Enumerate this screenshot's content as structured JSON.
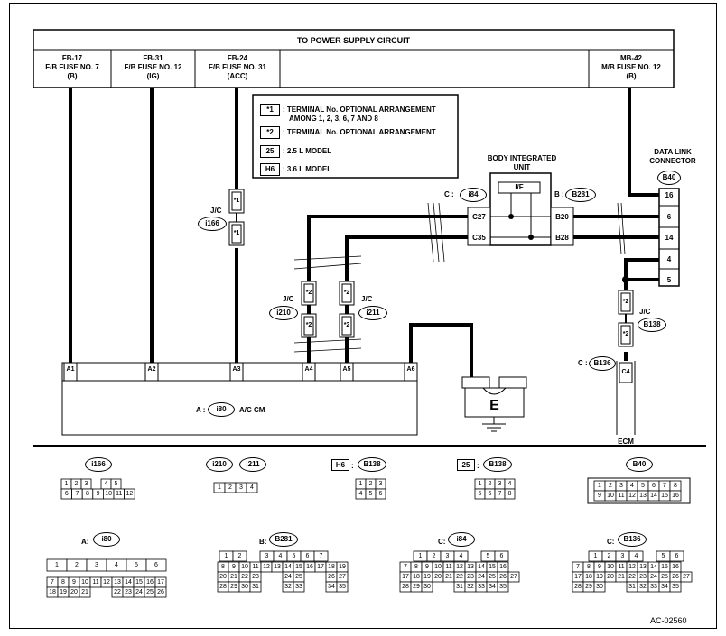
{
  "power": {
    "title": "TO POWER SUPPLY CIRCUIT",
    "fuses": [
      {
        "l1": "FB-17",
        "l2": "F/B FUSE NO. 7",
        "l3": "(B)"
      },
      {
        "l1": "FB-31",
        "l2": "F/B FUSE NO. 12",
        "l3": "(IG)"
      },
      {
        "l1": "FB-24",
        "l2": "F/B FUSE NO. 31",
        "l3": "(ACC)"
      },
      {
        "l1": "MB-42",
        "l2": "M/B FUSE NO. 12",
        "l3": "(B)"
      }
    ]
  },
  "legend": [
    {
      "key": "*1",
      "text": ": TERMINAL No. OPTIONAL ARRANGEMENT",
      "text2": "AMONG 1, 2, 3, 6, 7 AND 8"
    },
    {
      "key": "*2",
      "text": ": TERMINAL No. OPTIONAL ARRANGEMENT",
      "text2": ""
    },
    {
      "key": "25",
      "text": ": 2.5 L MODEL",
      "text2": ""
    },
    {
      "key": "H6",
      "text": ": 3.6 L MODEL",
      "text2": ""
    }
  ],
  "biu": {
    "title1": "BODY INTEGRATED",
    "title2": "UNIT",
    "inner": "I/F",
    "c_prefix": "C :",
    "c_code": "i84",
    "b_prefix": "B :",
    "b_code": "B281",
    "pins": [
      "C27",
      "C35",
      "B20",
      "B28"
    ]
  },
  "dlc": {
    "title1": "DATA LINK",
    "title2": "CONNECTOR",
    "code": "B40",
    "pins": [
      "16",
      "6",
      "14",
      "4",
      "5"
    ]
  },
  "jc": [
    {
      "label": "J/C",
      "code": "i166",
      "mark": "*1"
    },
    {
      "label": "J/C",
      "code": "i210",
      "mark": "*2"
    },
    {
      "label": "J/C",
      "code": "i211",
      "mark": "*2"
    },
    {
      "label": "J/C",
      "code": "B138",
      "mark": "*2"
    }
  ],
  "acm": {
    "prefix": "A :",
    "code": "i80",
    "name": "A/C CM",
    "pins": [
      "A1",
      "A2",
      "A3",
      "A4",
      "A5",
      "A6"
    ]
  },
  "ecm": {
    "prefix": "C :",
    "code": "B136",
    "pin": "C4",
    "name": "ECM"
  },
  "ground": "E",
  "connectors": {
    "i166": {
      "code": "i166",
      "row1": [
        "1",
        "2",
        "3",
        "",
        "4",
        "5"
      ],
      "row2": [
        "6",
        "7",
        "8",
        "9",
        "10",
        "11",
        "12"
      ]
    },
    "i210": {
      "code": "i210",
      "code2": "i211",
      "row1": [
        "1",
        "2",
        "3",
        "4"
      ]
    },
    "h6b138": {
      "prefix": "H6",
      "code": "B138",
      "row1": [
        "1",
        "2",
        "3"
      ],
      "row2": [
        "4",
        "5",
        "6"
      ]
    },
    "b25b138": {
      "prefix": "25",
      "code": "B138",
      "row1": [
        "1",
        "2",
        "3",
        "4"
      ],
      "row2": [
        "5",
        "6",
        "7",
        "8"
      ]
    },
    "b40": {
      "code": "B40",
      "row1": [
        "1",
        "2",
        "3",
        "4",
        "5",
        "6",
        "7",
        "8"
      ],
      "row2": [
        "9",
        "10",
        "11",
        "12",
        "13",
        "14",
        "15",
        "16"
      ]
    },
    "a_i80": {
      "prefix": "A:",
      "code": "i80",
      "row1": [
        "1",
        "2",
        "3",
        "4",
        "5",
        "6"
      ],
      "row2": [
        "7",
        "8",
        "9",
        "10",
        "11",
        "12",
        "13",
        "14",
        "15",
        "16",
        "17"
      ],
      "row3": [
        "18",
        "19",
        "20",
        "21",
        "",
        "",
        "22",
        "23",
        "24",
        "25",
        "26"
      ]
    },
    "b_b281": {
      "prefix": "B:",
      "code": "B281",
      "row1": [
        "1",
        "2",
        "",
        "3",
        "4",
        "5",
        "6",
        "7"
      ],
      "row2": [
        "8",
        "9",
        "10",
        "11",
        "12",
        "13",
        "14",
        "15",
        "16",
        "17",
        "18",
        "19"
      ],
      "row3": [
        "20",
        "21",
        "22",
        "23",
        "",
        "",
        "24",
        "25",
        "",
        "",
        "26",
        "27"
      ],
      "row4": [
        "28",
        "29",
        "30",
        "31",
        "",
        "",
        "32",
        "33",
        "",
        "",
        "34",
        "35"
      ]
    },
    "c_i84": {
      "prefix": "C:",
      "code": "i84",
      "row1": [
        "1",
        "2",
        "3",
        "4",
        "",
        "5",
        "6"
      ],
      "row2": [
        "7",
        "8",
        "9",
        "10",
        "11",
        "12",
        "13",
        "14",
        "15",
        "16"
      ],
      "row3": [
        "17",
        "18",
        "19",
        "20",
        "21",
        "22",
        "23",
        "24",
        "25",
        "26",
        "27"
      ],
      "row4": [
        "28",
        "29",
        "30",
        "",
        "",
        "31",
        "32",
        "33",
        "34",
        "35"
      ]
    },
    "c_b136": {
      "prefix": "C:",
      "code": "B136",
      "row1": [
        "1",
        "2",
        "3",
        "4",
        "",
        "5",
        "6"
      ],
      "row2": [
        "7",
        "8",
        "9",
        "10",
        "11",
        "12",
        "13",
        "14",
        "15",
        "16"
      ],
      "row3": [
        "17",
        "18",
        "19",
        "20",
        "21",
        "22",
        "23",
        "24",
        "25",
        "26",
        "27"
      ],
      "row4": [
        "28",
        "29",
        "30",
        "",
        "",
        "31",
        "32",
        "33",
        "34",
        "35"
      ]
    }
  },
  "figure_id": "AC-02560"
}
